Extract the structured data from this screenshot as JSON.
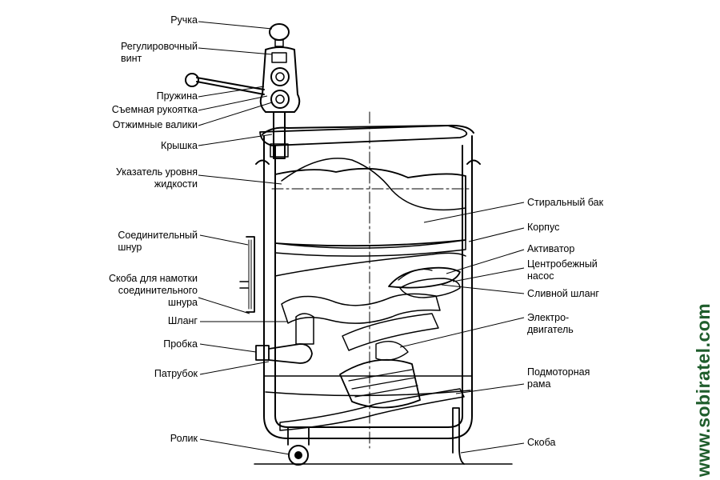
{
  "labels": {
    "handle": "Ручка",
    "adjust_screw_1": "Регулировочный",
    "adjust_screw_2": "винт",
    "spring": "Пружина",
    "removable_handle": "Съемная рукоятка",
    "wringer_rollers": "Отжимные валики",
    "lid": "Крышка",
    "level_indicator_1": "Указатель уровня",
    "level_indicator_2": "жидкости",
    "cord_1": "Соединительный",
    "cord_2": "шнур",
    "bracket_cord_1": "Скоба для намотки",
    "bracket_cord_2": "соединительного",
    "bracket_cord_3": "шнура",
    "hose": "Шланг",
    "plug": "Пробка",
    "nozzle": "Патрубок",
    "roller": "Ролик",
    "wash_tank": "Стиральный бак",
    "body": "Корпус",
    "activator": "Активатор",
    "pump_1": "Центробежный",
    "pump_2": "насос",
    "drain_hose": "Сливной шланг",
    "motor_1": "Электро-",
    "motor_2": "двигатель",
    "motor_frame_1": "Подмоторная",
    "motor_frame_2": "рама",
    "bracket": "Скоба"
  },
  "watermark": "www.sobiratel.com",
  "colors": {
    "ink": "#000000",
    "watermark": "#1f5d2c",
    "background": "#ffffff"
  }
}
